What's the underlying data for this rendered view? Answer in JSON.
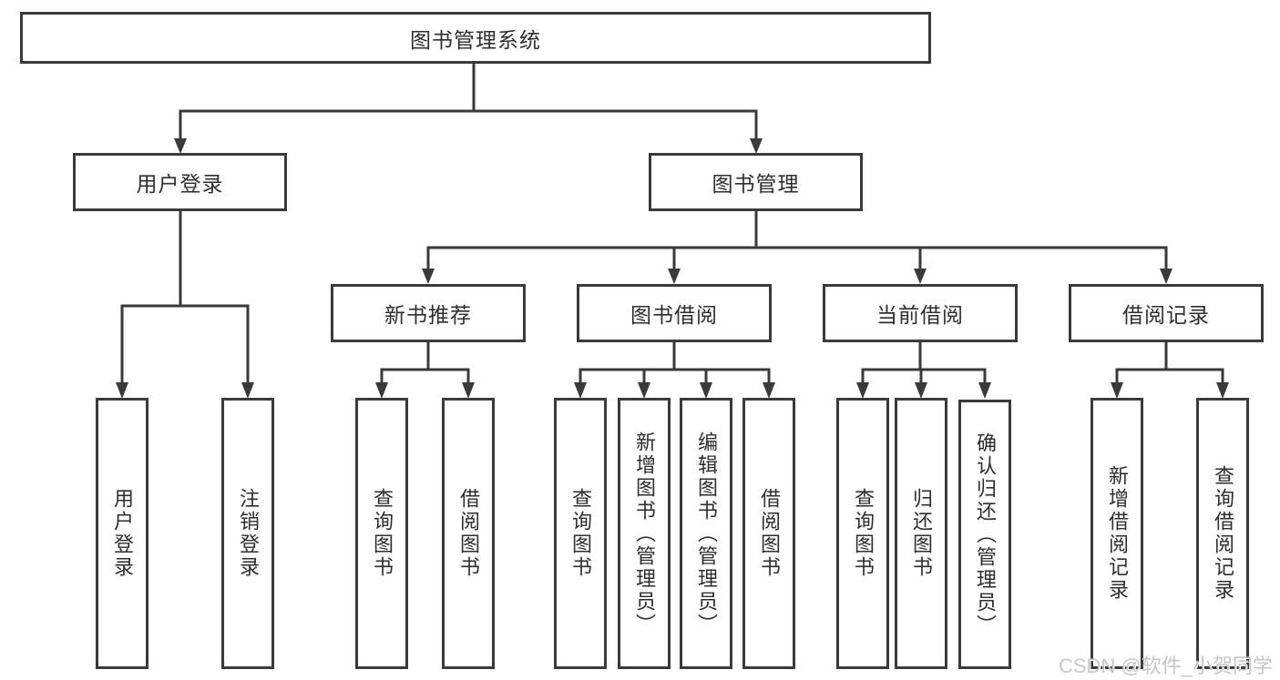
{
  "tree": {
    "label": "图书管理系统",
    "children": [
      {
        "label": "用户登录",
        "children": [
          {
            "label": "用户登录"
          },
          {
            "label": "注销登录"
          }
        ]
      },
      {
        "label": "图书管理",
        "children": [
          {
            "label": "新书推荐",
            "children": [
              {
                "label": "查询图书"
              },
              {
                "label": "借阅图书"
              }
            ]
          },
          {
            "label": "图书借阅",
            "children": [
              {
                "label": "查询图书"
              },
              {
                "label": "新增图书（管理员）"
              },
              {
                "label": "编辑图书（管理员）"
              },
              {
                "label": "借阅图书"
              }
            ]
          },
          {
            "label": "当前借阅",
            "children": [
              {
                "label": "查询图书"
              },
              {
                "label": "归还图书"
              },
              {
                "label": "确认归还（管理员）"
              }
            ]
          },
          {
            "label": "借阅记录",
            "children": [
              {
                "label": "新增借阅记录"
              },
              {
                "label": "查询借阅记录"
              }
            ]
          }
        ]
      }
    ]
  },
  "watermark": {
    "text": "CSDN @软件_小贺同学"
  },
  "colors": {
    "line": "#3a3a3a",
    "box_border": "#3a3a3a",
    "text": "#2e2e2e",
    "watermark": "#c6c6c6",
    "background": "#ffffff"
  }
}
